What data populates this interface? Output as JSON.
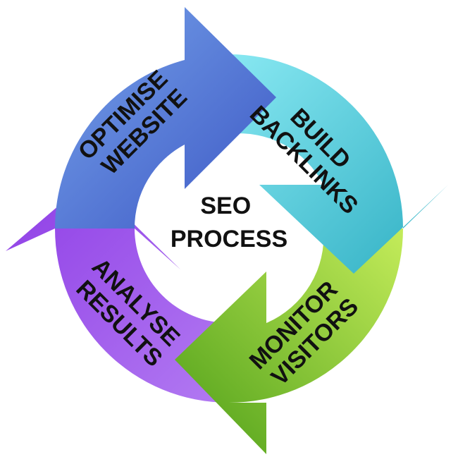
{
  "center": {
    "line1": "SEO",
    "line2": "PROCESS"
  },
  "steps": [
    {
      "id": "optimise",
      "line1": "OPTIMISE",
      "line2": "WEBSITE",
      "color_light": "#6f9be6",
      "color_dark": "#3f5fc9"
    },
    {
      "id": "backlinks",
      "line1": "BUILD",
      "line2": "BACKLINKS",
      "color_light": "#7fe2ee",
      "color_dark": "#33b6c9"
    },
    {
      "id": "monitor",
      "line1": "MONITOR",
      "line2": "VISITORS",
      "color_light": "#b6e24c",
      "color_dark": "#56a81d"
    },
    {
      "id": "analyse",
      "line1": "ANALYSE",
      "line2": "RESULTS",
      "color_light": "#a86cf0",
      "color_dark": "#7b2fd6"
    }
  ],
  "arrow_direction": "clockwise"
}
